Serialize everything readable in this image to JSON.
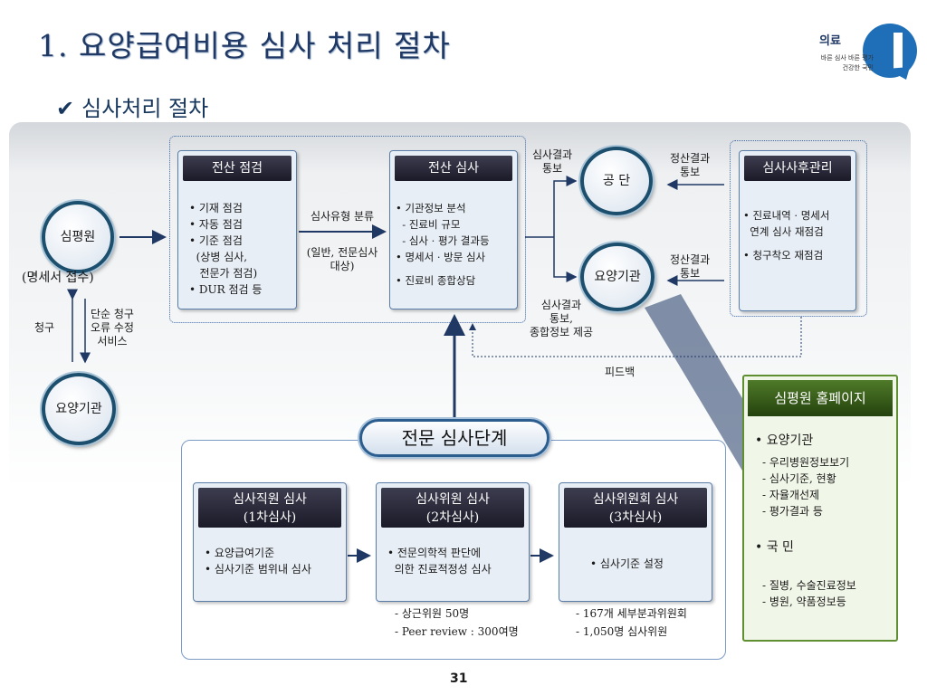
{
  "title": "1. 요양급여비용 심사 처리 절차",
  "subtitle": "심사처리 절차",
  "logo": {
    "main": "의료",
    "accent": "평가",
    "tag1": "바른 심사 바른 평가",
    "tag2": "건강한 국민"
  },
  "nodes": {
    "hira": "심평원",
    "hira_sub": "(명세서 접수)",
    "claim": "청구",
    "correction": "단순 청구\n오류 수정\n서비스",
    "provider_bottom": "요양기관",
    "nhis": "공 단",
    "provider_right": "요양기관"
  },
  "cards": {
    "computer_check": {
      "title": "전산 점검",
      "items": [
        "• 기재 점검",
        "• 자동 점검",
        "• 기준 점검",
        "  (상병 심사,",
        "   전문가 점검)",
        "• DUR 점검 등"
      ]
    },
    "computer_review": {
      "title": "전산 심사",
      "items": [
        "• 기관정보 분석",
        "  - 진료비 규모",
        "  - 심사 · 평가 결과등",
        "• 명세서 · 방문 심사",
        "",
        "• 진료비 종합상담"
      ]
    },
    "post_review": {
      "title": "심사사후관리",
      "items": [
        "• 진료내역 · 명세서",
        "  연계 심사 재점검",
        "",
        "• 청구착오 재점검"
      ]
    }
  },
  "labels": {
    "classification": "심사유형 분류",
    "classification_sub": "(일반, 전문심사\n대상)",
    "notify_nhis": "심사결과\n통보",
    "settle_nhis": "정산결과\n통보",
    "settle_provider": "정산결과\n통보",
    "notify_provider": "심사결과\n통보,\n종합정보 제공",
    "feedback": "피드백"
  },
  "expert": {
    "title": "전문 심사단계",
    "stage1": {
      "title": "심사직원 심사\n(1차심사)",
      "items": [
        "• 요양급여기준",
        "• 심사기준 범위내 심사"
      ]
    },
    "stage2": {
      "title": "심사위원 심사\n(2차심사)",
      "items": [
        "• 전문의학적 판단에",
        "  의한 진료적정성 심사"
      ],
      "notes": [
        "- 상근위원 50명",
        "- Peer review : 300여명"
      ]
    },
    "stage3": {
      "title": "심사위원회 심사\n(3차심사)",
      "items": [
        "• 심사기준 설정"
      ],
      "notes": [
        "- 167개 세부분과위원회",
        "- 1,050명 심사위원"
      ]
    }
  },
  "homepage": {
    "title": "심평원 홈페이지",
    "provider_label": "• 요양기관",
    "provider_items": [
      "- 우리병원정보보기",
      "- 심사기준, 현황",
      "- 자율개선제",
      "- 평가결과 등"
    ],
    "public_label": "• 국 민",
    "public_items": [
      "- 질병, 수술진료정보",
      "- 병원, 약품정보등"
    ]
  },
  "page_number": "31"
}
